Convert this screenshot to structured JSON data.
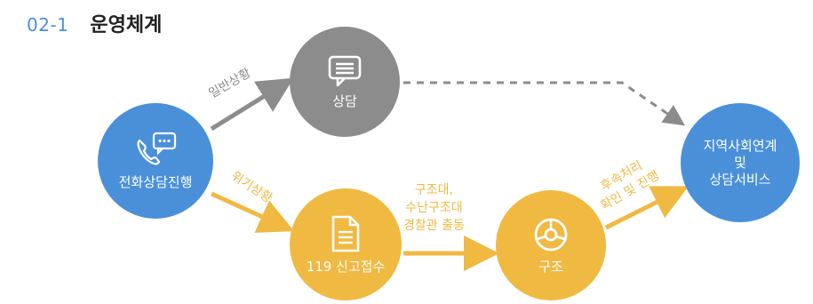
{
  "section": {
    "number": "02-1",
    "title": "운영체계"
  },
  "nodes": {
    "call": {
      "label": "전화상담진행",
      "icon": "phone-chat-icon",
      "color": "#4a90d9"
    },
    "counsel": {
      "label": "상담",
      "icon": "message-icon",
      "color": "#8c8c8c"
    },
    "report119": {
      "label": "119 신고접수",
      "icon": "document-icon",
      "color": "#f0b942"
    },
    "rescue": {
      "label": "구조",
      "icon": "lifebuoy-icon",
      "color": "#f0b942"
    },
    "community": {
      "line1": "지역사회연계",
      "line2": "및",
      "line3": "상담서비스",
      "color": "#4a90d9"
    }
  },
  "edges": {
    "normal": "일반상황",
    "crisis": "위기상황",
    "dispatch": {
      "line1": "구조대,",
      "line2": "수난구조대",
      "line3": "경찰관 출동"
    },
    "followup": {
      "line1": "후속처리",
      "line2": "확인 및 진행"
    }
  }
}
